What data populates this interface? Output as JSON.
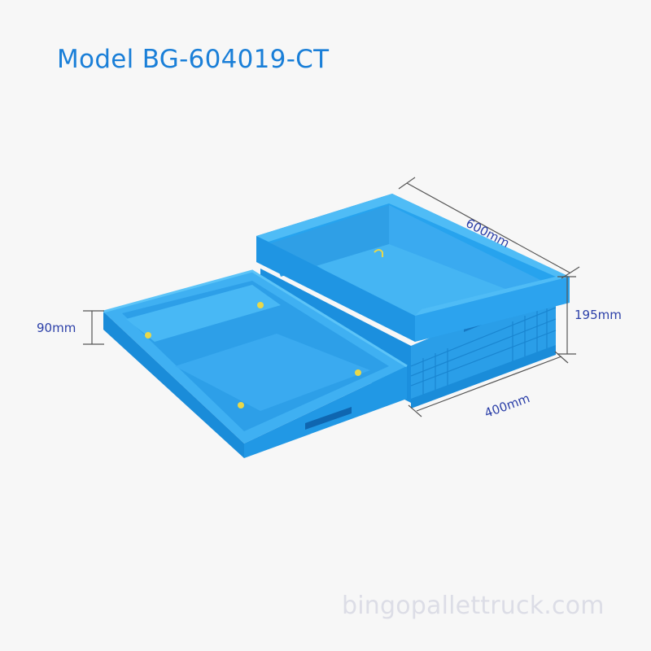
{
  "header": {
    "title": "Model BG-604019-CT"
  },
  "product": {
    "name": "Foldable plastic crate",
    "color": "#1e9be8",
    "states": [
      "folded",
      "unfolded"
    ]
  },
  "dimensions": {
    "length": "600mm",
    "width": "400mm",
    "height": "195mm",
    "folded_height": "90mm"
  },
  "footer": {
    "watermark": "bingopallettruck.com"
  },
  "colors": {
    "background": "#f7f7f7",
    "title": "#1a7fd8",
    "dimension_text": "#2b3fa8",
    "dimension_line": "#555555",
    "crate_blue": "#1e9be8",
    "watermark": "#dcdde6"
  }
}
